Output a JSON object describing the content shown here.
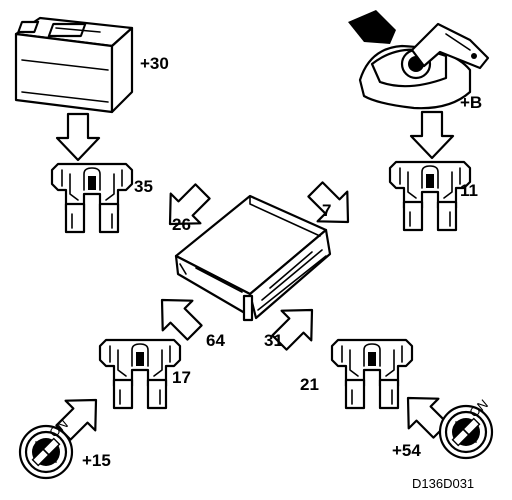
{
  "labels": {
    "battery_terminal": "+30",
    "ignition_terminal": "+B",
    "fuse_top_left": "35",
    "fuse_top_right": "11",
    "fuse_bottom_left": "17",
    "fuse_bottom_right": "21",
    "pin_top_left": "26",
    "pin_top_right": "7",
    "pin_bottom_left": "64",
    "pin_bottom_right": "31",
    "terminal_bottom_left": "+15",
    "terminal_bottom_right": "+54",
    "switch_on_left": "ON",
    "switch_on_right": "ON",
    "figure_ref": "D136D031"
  },
  "colors": {
    "line": "#000000",
    "background": "#ffffff"
  },
  "icons": {
    "battery": "battery-icon",
    "ignition": "ignition-key-icon",
    "fuse": "blade-fuse-icon",
    "ecu": "control-unit-icon",
    "switch": "ignition-switch-icon",
    "arrow": "hollow-arrow-icon"
  }
}
